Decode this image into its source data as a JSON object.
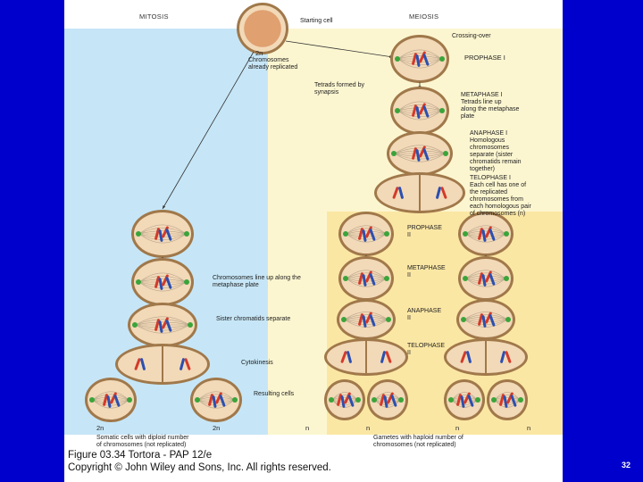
{
  "headers": {
    "mitosis": "MITOSIS",
    "meiosis": "MEIOSIS"
  },
  "labels": {
    "starting_cell": "Starting cell",
    "two_n_top": "2n",
    "chromosomes_replicated": "Chromosomes\nalready replicated",
    "tetrads_formed": "Tetrads formed by\nsynapsis",
    "crossing_over": "Crossing-over",
    "prophase_1": "PROPHASE I",
    "metaphase_1": "METAPHASE I\nTetrads line up\nalong the metaphase\nplate",
    "anaphase_1": "ANAPHASE I\nHomologous\nchromosomes\nseparate (sister\nchromatids remain\ntogether)",
    "telophase_1": "TELOPHASE I\nEach cell has one of\nthe replicated\nchromosomes from\neach homologous pair\nof chromosomes (n)",
    "prophase_2": "PROPHASE\nII",
    "metaphase_2": "METAPHASE\nII",
    "anaphase_2": "ANAPHASE\nII",
    "telophase_2": "TELOPHASE\nII",
    "mitosis_metaphase": "Chromosomes line up along the\nmetaphase plate",
    "mitosis_anaphase": "Sister chromatids separate",
    "cytokinesis": "Cytokinesis",
    "resulting_cells": "Resulting cells",
    "ploidy_left_1": "2n",
    "ploidy_left_2": "2n",
    "ploidy_n_1": "n",
    "ploidy_n_2": "n",
    "ploidy_n_3": "n",
    "ploidy_n_4": "n",
    "somatic_cells": "Somatic cells with diploid number\nof chromosomes (not replicated)",
    "gametes": "Gametes with haploid number of\nchromosomes (not replicated)"
  },
  "caption": {
    "line1": "Figure 03.34  Tortora - PAP 12/e",
    "line2": "Copyright © John Wiley and Sons, Inc. All rights reserved."
  },
  "page_number": "32",
  "colors": {
    "background": "#0000cc",
    "mitosis_panel": "#c6e6f7",
    "meiosis_panel": "#fcf6d0",
    "meiosis2_panel": "#fbe7a4",
    "cell_fill": "#f2d9b8",
    "cell_ring": "#a0784a",
    "chromosome_red": "#d43a2a",
    "chromosome_blue": "#2c4fb0",
    "centrosome_green": "#3aa43a"
  }
}
